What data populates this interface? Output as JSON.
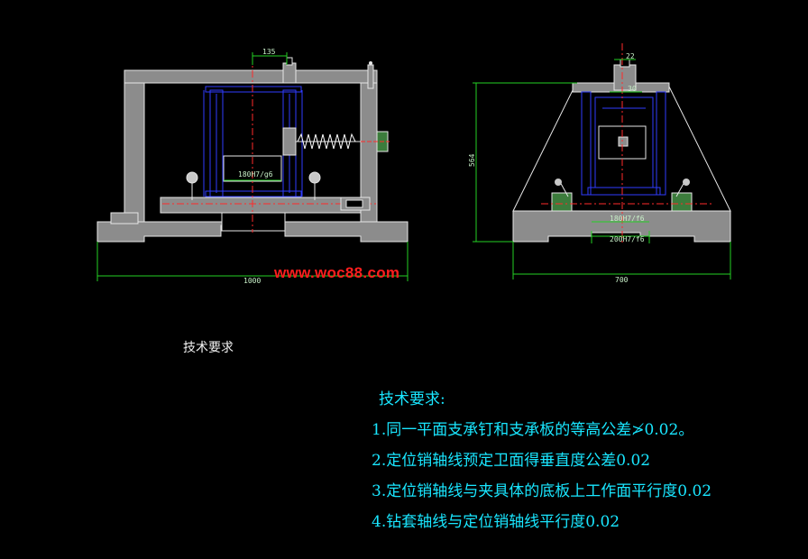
{
  "watermark": "www.woc88.com",
  "front_view": {
    "dim_top": "135",
    "dim_bottom": "1000",
    "dim_fit": "180H7/g6"
  },
  "side_view": {
    "dim_top": "22",
    "dim_bore": "30",
    "dim_height": "564",
    "dim_fit_1": "180H7/f6",
    "dim_fit_2": "200H7/f6",
    "dim_bottom": "700"
  },
  "title_small": "技术要求",
  "requirements": {
    "heading": "技术要求:",
    "items": [
      "1.同一平面支承钉和支承板的等高公差≯0.02。",
      "2.定位销轴线预定卫面得垂直度公差0.02",
      "3.定位销轴线与夹具体的底板上工作面平行度0.02",
      "4.钻套轴线与定位销轴线平行度0.02"
    ]
  },
  "colors": {
    "background": "#000000",
    "outline": "#e6e6e6",
    "body_fill": "#8c8c8c",
    "blue_lines": "#2f3cff",
    "center_line": "#ff2a2a",
    "dimension": "#23d023",
    "spring": "#ffffff",
    "text_cyan": "#19e6ff",
    "watermark": "#ff1e1e"
  }
}
